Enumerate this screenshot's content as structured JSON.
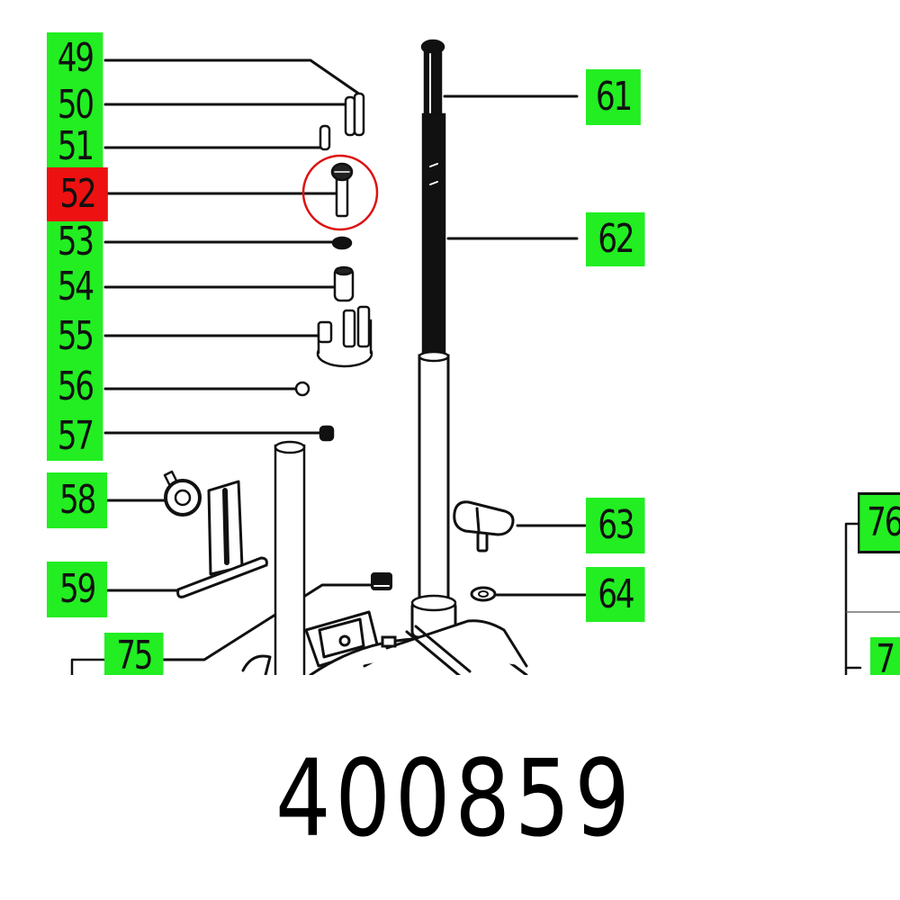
{
  "diagram": {
    "title": "Exploded parts diagram",
    "callouts": [
      {
        "id": "49",
        "label": "49",
        "state": "normal"
      },
      {
        "id": "50",
        "label": "50",
        "state": "normal"
      },
      {
        "id": "51",
        "label": "51",
        "state": "normal"
      },
      {
        "id": "52",
        "label": "52",
        "state": "selected"
      },
      {
        "id": "53",
        "label": "53",
        "state": "normal"
      },
      {
        "id": "54",
        "label": "54",
        "state": "normal"
      },
      {
        "id": "55",
        "label": "55",
        "state": "normal"
      },
      {
        "id": "56",
        "label": "56",
        "state": "normal"
      },
      {
        "id": "57",
        "label": "57",
        "state": "normal"
      },
      {
        "id": "58",
        "label": "58",
        "state": "normal"
      },
      {
        "id": "59",
        "label": "59",
        "state": "normal"
      },
      {
        "id": "61",
        "label": "61",
        "state": "normal"
      },
      {
        "id": "62",
        "label": "62",
        "state": "normal"
      },
      {
        "id": "63",
        "label": "63",
        "state": "normal"
      },
      {
        "id": "64",
        "label": "64",
        "state": "normal"
      },
      {
        "id": "75",
        "label": "75",
        "state": "normal"
      },
      {
        "id": "76",
        "label": "76",
        "state": "normal"
      },
      {
        "id": "77",
        "label": "7",
        "state": "normal"
      }
    ],
    "highlight_ring_for": "52",
    "colors": {
      "callout_green": "#22ee22",
      "callout_selected_red": "#ee1111",
      "highlight_ring": "#dd1111",
      "line": "#111111"
    }
  },
  "part_number": "400859"
}
